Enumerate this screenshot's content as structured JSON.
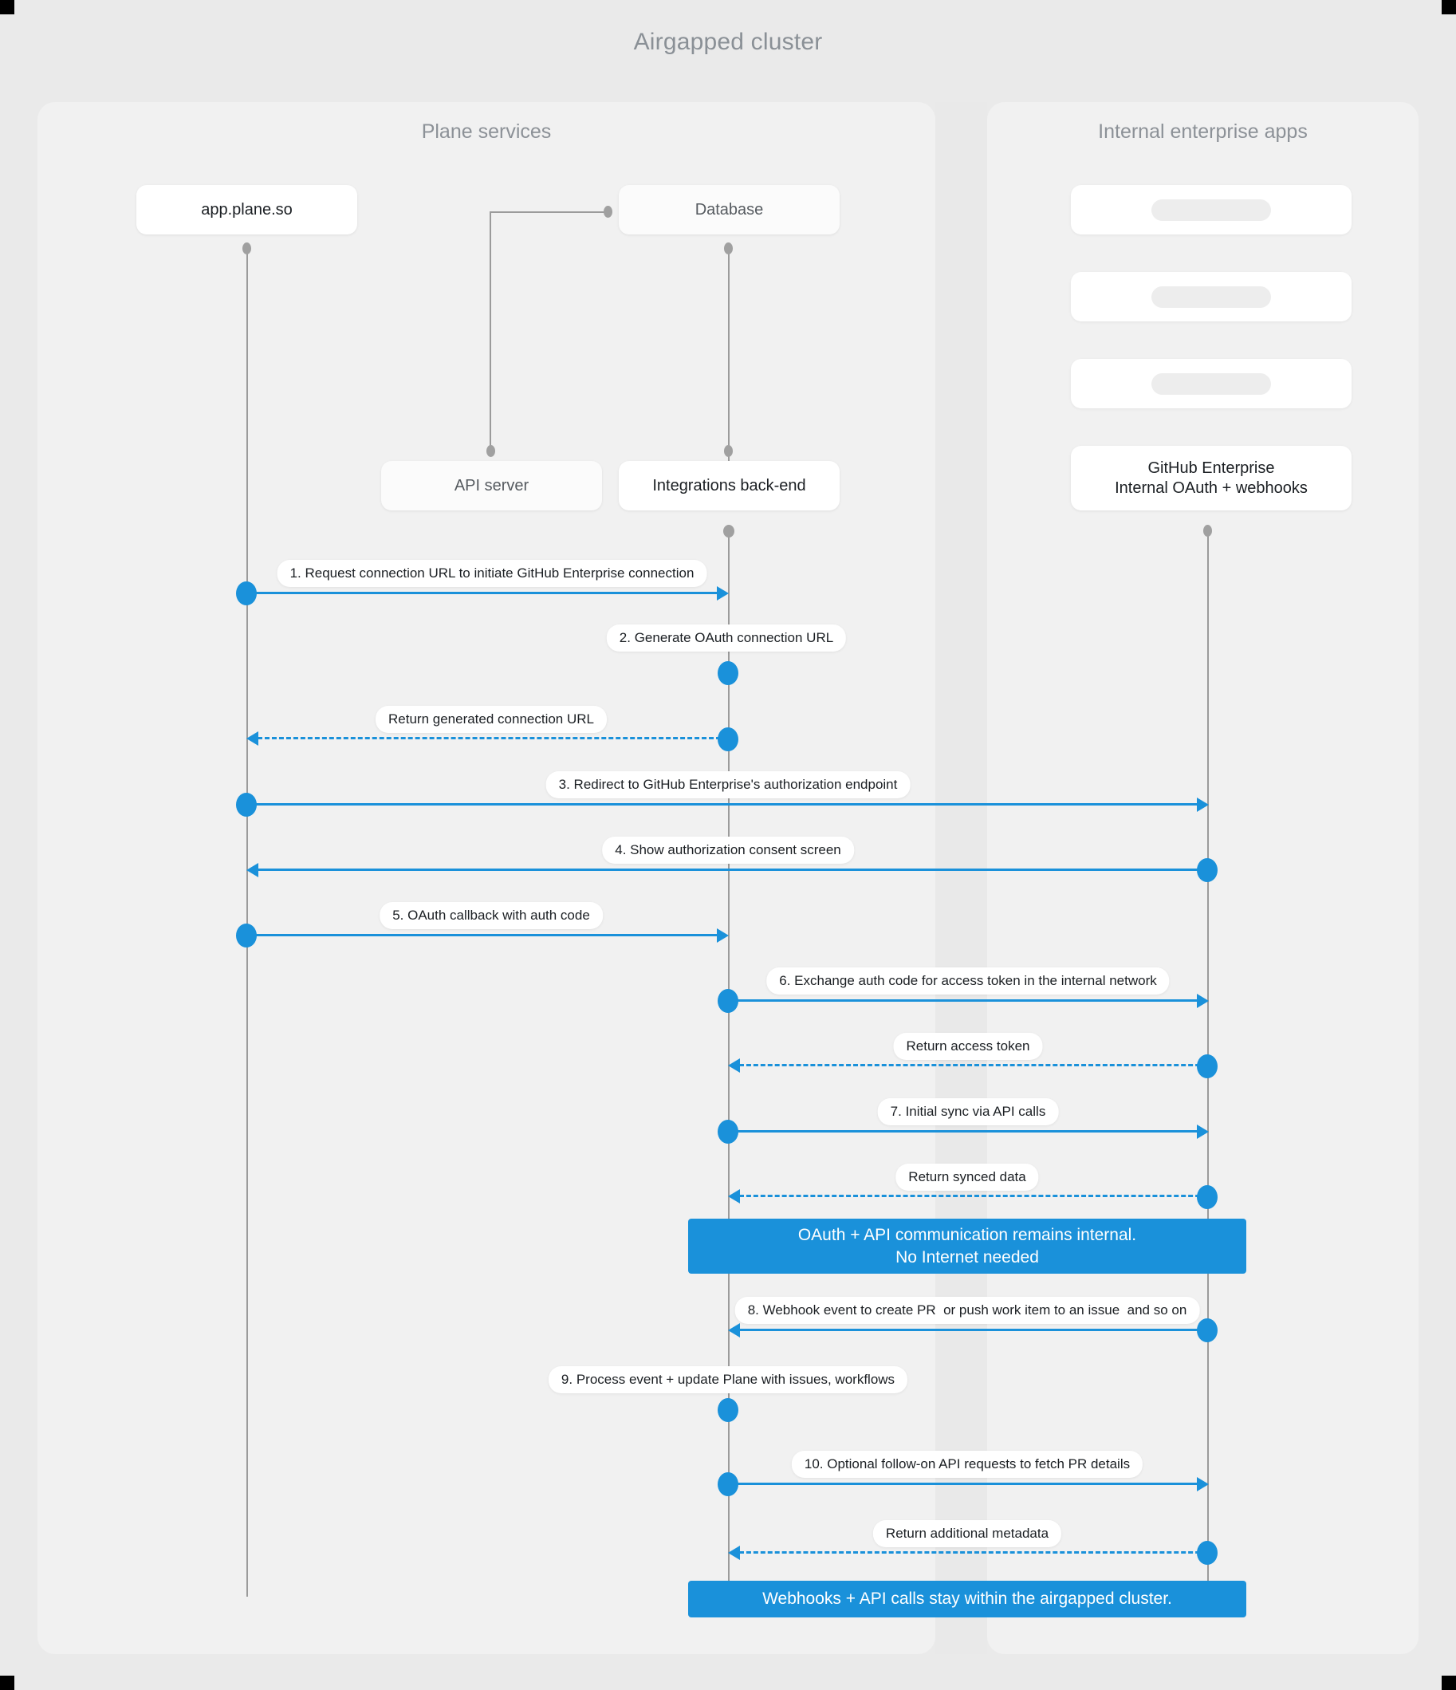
{
  "title": "Airgapped cluster",
  "panels": {
    "plane": {
      "title": "Plane services"
    },
    "internal": {
      "title": "Internal enterprise apps"
    }
  },
  "nodes": {
    "app": "app.plane.so",
    "database": "Database",
    "api_server": "API server",
    "integrations": "Integrations back-end",
    "github": "GitHub Enterprise\nInternal OAuth + webhooks"
  },
  "colors": {
    "accent": "#1a91da",
    "panel_bg": "#f1f1f1",
    "page_bg": "#eaeaea",
    "lifeline": "#9b9b9b",
    "title_text": "#8a9096"
  },
  "messages": [
    {
      "id": "m1",
      "label": "1. Request connection URL to initiate GitHub Enterprise connection",
      "from": "app",
      "to": "integrations",
      "style": "solid"
    },
    {
      "id": "m2",
      "label": "2. Generate OAuth connection URL",
      "from": "integrations",
      "to": "integrations",
      "style": "self"
    },
    {
      "id": "m3",
      "label": "Return generated connection URL",
      "from": "integrations",
      "to": "app",
      "style": "dashed"
    },
    {
      "id": "m4",
      "label": "3. Redirect to GitHub Enterprise's authorization endpoint",
      "from": "app",
      "to": "github",
      "style": "solid"
    },
    {
      "id": "m5",
      "label": "4. Show authorization consent screen",
      "from": "github",
      "to": "app",
      "style": "solid"
    },
    {
      "id": "m6",
      "label": "5. OAuth callback with auth code",
      "from": "app",
      "to": "integrations",
      "style": "solid"
    },
    {
      "id": "m7",
      "label": "6. Exchange auth code for access token in the internal network",
      "from": "integrations",
      "to": "github",
      "style": "solid"
    },
    {
      "id": "m8",
      "label": "Return access token",
      "from": "github",
      "to": "integrations",
      "style": "dashed"
    },
    {
      "id": "m9",
      "label": "7. Initial sync via API calls",
      "from": "integrations",
      "to": "github",
      "style": "solid"
    },
    {
      "id": "m10",
      "label": "Return synced data",
      "from": "github",
      "to": "integrations",
      "style": "dashed"
    },
    {
      "id": "m11",
      "label": "8. Webhook event to create PR  or push work item to an issue  and so on",
      "from": "github",
      "to": "integrations",
      "style": "solid"
    },
    {
      "id": "m12",
      "label": "9. Process event + update Plane with issues, workflows",
      "from": "integrations",
      "to": "integrations",
      "style": "self"
    },
    {
      "id": "m13",
      "label": "10. Optional follow-on API requests to fetch PR details",
      "from": "integrations",
      "to": "github",
      "style": "solid"
    },
    {
      "id": "m14",
      "label": "Return additional metadata",
      "from": "github",
      "to": "integrations",
      "style": "dashed"
    }
  ],
  "banners": [
    {
      "id": "b1",
      "line1": "OAuth + API communication remains internal.",
      "line2": "No Internet needed"
    },
    {
      "id": "b2",
      "line1": "Webhooks + API calls stay within the airgapped cluster.",
      "line2": ""
    }
  ]
}
